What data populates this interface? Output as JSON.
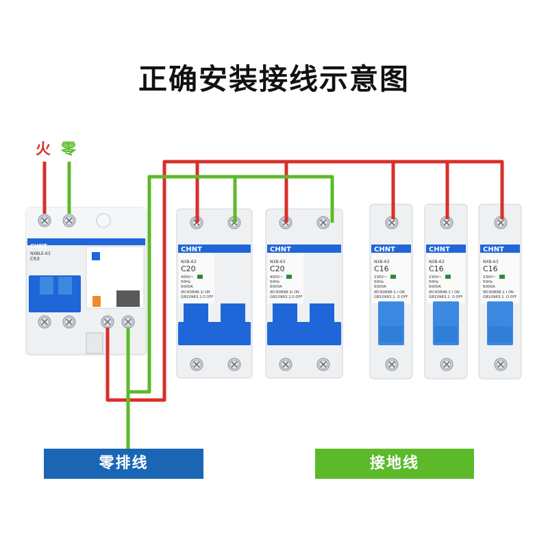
{
  "title": "正确安装接线示意图",
  "wire_labels": {
    "fire": "火",
    "zero": "零"
  },
  "bars": {
    "neutral": "零排线",
    "ground": "接地线"
  },
  "colors": {
    "live": "#d8302a",
    "neutral": "#5cba2a",
    "neutral_bar": "#1a66b4",
    "ground_bar": "#5cba2a",
    "breaker_blue": "#1f66d8",
    "breaker_light_blue": "#3d88e0"
  },
  "rcbo": {
    "brand": "CHNT",
    "model": "NXBLE-63",
    "rating": "C63"
  },
  "breakers": [
    {
      "brand": "CHNT",
      "model": "NXB-63",
      "rating": "C20",
      "specs": [
        "400V~",
        "50Hz",
        "6000A"
      ],
      "standard": [
        "IEC60898-1",
        "GB10963.1"
      ],
      "onoff": [
        "I ON",
        "O OFF"
      ]
    },
    {
      "brand": "CHNT",
      "model": "NXB-63",
      "rating": "C20",
      "specs": [
        "400V~",
        "50Hz",
        "6000A"
      ],
      "standard": [
        "IEC60898-1",
        "GB10963.1"
      ],
      "onoff": [
        "I ON",
        "O OFF"
      ]
    },
    {
      "brand": "CHNT",
      "model": "NXB-63",
      "rating": "C16",
      "specs": [
        "230V~",
        "50Hz",
        "6000A"
      ],
      "standard": [
        "IEC60898-1",
        "GB10963.1"
      ],
      "onoff": [
        "I ON",
        "O OFF"
      ]
    },
    {
      "brand": "CHNT",
      "model": "NXB-63",
      "rating": "C16",
      "specs": [
        "230V~",
        "50Hz",
        "6000A"
      ],
      "standard": [
        "IEC60898-1",
        "GB10963.1"
      ],
      "onoff": [
        "I ON",
        "O OFF"
      ]
    },
    {
      "brand": "CHNT",
      "model": "NXB-63",
      "rating": "C16",
      "specs": [
        "230V~",
        "50Hz",
        "6000A"
      ],
      "standard": [
        "IEC60898-1",
        "GB10963.1"
      ],
      "onoff": [
        "I ON",
        "O OFF"
      ]
    }
  ]
}
